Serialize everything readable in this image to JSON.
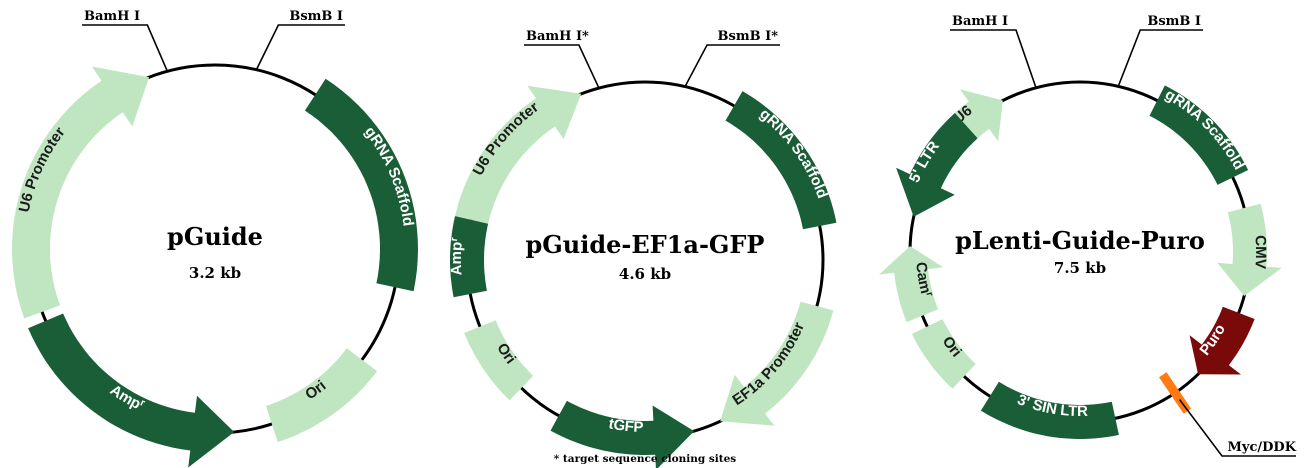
{
  "colors": {
    "dark": "#1a5e38",
    "light": "#bfe6c0",
    "puro": "#7a0a0a",
    "tag": "#ff7a12"
  },
  "footnote": "* target sequence cloning sites",
  "maps": [
    {
      "id": "pguide",
      "title": "pGuide",
      "size": "3.2 kb",
      "sites": [
        {
          "label": "BamH I",
          "angle": -15,
          "side": "left"
        },
        {
          "label": "BsmB I",
          "angle": 13,
          "side": "right"
        }
      ],
      "features": [
        {
          "label": "U6 Promoter",
          "start": -110,
          "end": -21,
          "dir": "cw",
          "color": "light"
        },
        {
          "label": "gRNA Scaffold",
          "start": 33,
          "end": 102,
          "dir": "none",
          "color": "dark"
        },
        {
          "label": "Ori",
          "start": 127,
          "end": 162,
          "dir": "none",
          "color": "light"
        },
        {
          "label": "Amp",
          "label_sup": "r",
          "start": 174,
          "end": 247,
          "dir": "ccw",
          "color": "dark"
        }
      ]
    },
    {
      "id": "pguide-ef1a-gfp",
      "title": "pGuide-EF1a-GFP",
      "size": "4.6 kb",
      "sites": [
        {
          "label": "BamH I*",
          "angle": -15,
          "side": "left"
        },
        {
          "label": "BsmB I*",
          "angle": 13,
          "side": "right"
        }
      ],
      "features": [
        {
          "label": "U6 Promoter",
          "start": -77,
          "end": -21,
          "dir": "cw",
          "color": "light"
        },
        {
          "label": "gRNA Scaffold",
          "start": 30,
          "end": 79,
          "dir": "none",
          "color": "dark"
        },
        {
          "label": "EF1a Promoter",
          "start": 105,
          "end": 155,
          "dir": "cw",
          "color": "light"
        },
        {
          "label": "tGFP",
          "start": 164,
          "end": 209,
          "dir": "ccw",
          "color": "dark"
        },
        {
          "label": "Ori",
          "start": 224,
          "end": 248,
          "dir": "none",
          "color": "light"
        },
        {
          "label": "Amp",
          "label_sup": "r",
          "start": 259,
          "end": 283,
          "dir": "none",
          "color": "dark"
        }
      ]
    },
    {
      "id": "plenti-guide-puro",
      "title": "pLenti-Guide-Puro",
      "size": "7.5 kb",
      "sites": [
        {
          "label": "BamH I",
          "angle": -15,
          "side": "left"
        },
        {
          "label": "BsmB I",
          "angle": 13,
          "side": "right"
        }
      ],
      "features": [
        {
          "label": "U6",
          "start": -54,
          "end": -27,
          "dir": "cw",
          "color": "light"
        },
        {
          "label": "gRNA Scaffold",
          "start": 27,
          "end": 64,
          "dir": "none",
          "color": "dark"
        },
        {
          "label": "CMV",
          "start": 75,
          "end": 105,
          "dir": "cw",
          "color": "light"
        },
        {
          "label": "Puro",
          "start": 111,
          "end": 136,
          "dir": "cw",
          "color": "puro"
        },
        {
          "label": "3' SIN LTR",
          "start": 168,
          "end": 212,
          "dir": "none",
          "color": "dark"
        },
        {
          "label": "Ori",
          "start": 223,
          "end": 244,
          "dir": "none",
          "color": "light"
        },
        {
          "label": "Cam",
          "label_sup": "r",
          "start": 248,
          "end": 272,
          "dir": "cw",
          "color": "light"
        },
        {
          "label": "5' LTR",
          "start": 282,
          "end": 318,
          "dir": "ccw",
          "color": "dark"
        }
      ],
      "tag": {
        "label": "Myc/DDK",
        "angle": 146
      }
    }
  ]
}
